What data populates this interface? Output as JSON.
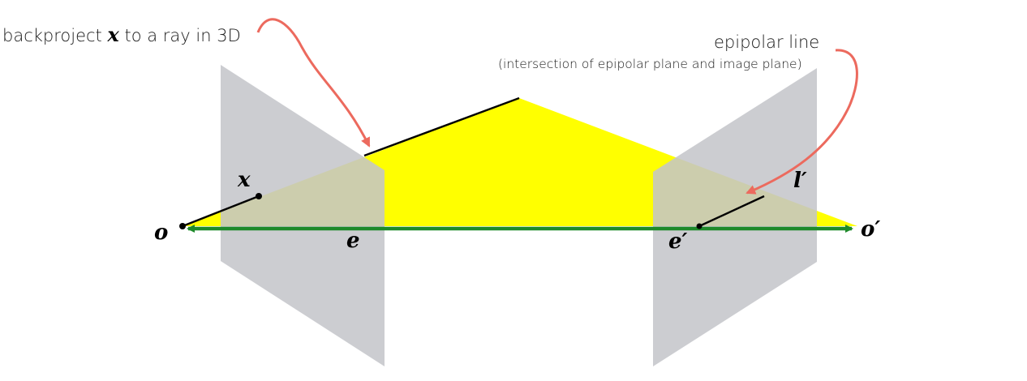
{
  "annotations": {
    "backproject": {
      "before": "backproject",
      "symbol": "x",
      "after": "to a ray in 3D"
    },
    "epipolar_line": {
      "title": "epipolar line",
      "subtitle": "(intersection of epipolar plane and image plane)"
    }
  },
  "labels": {
    "left_center": "o",
    "right_center": "o′",
    "image_point": "x",
    "left_epipole": "e",
    "right_epipole": "e′",
    "right_epipolar_line": "l′"
  },
  "colors": {
    "image_plane": "#c4c5c9",
    "epipolar_plane": "#ffff00",
    "baseline": "#1e8a2a",
    "arrow_annotation": "#ec6a5e",
    "lines": "#000000"
  }
}
